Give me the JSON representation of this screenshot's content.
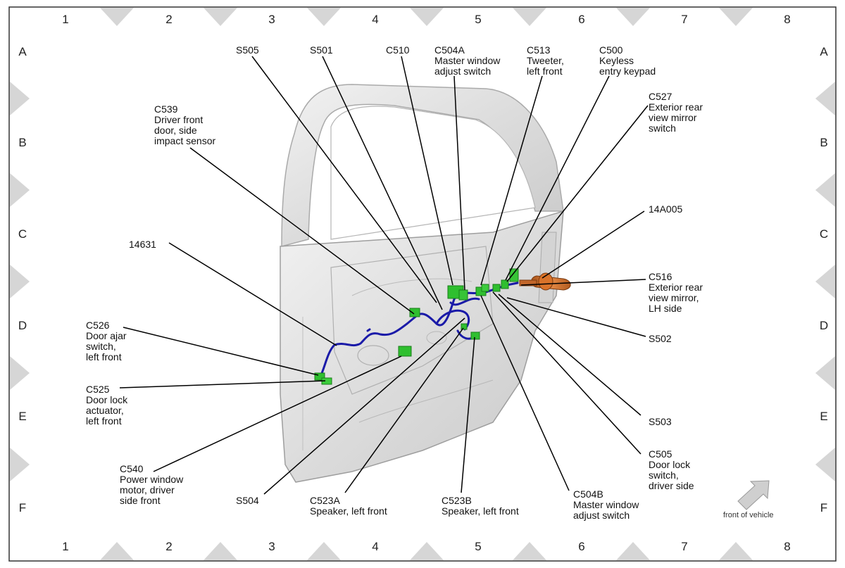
{
  "grid": {
    "columns": [
      "1",
      "2",
      "3",
      "4",
      "5",
      "6",
      "7",
      "8"
    ],
    "rows": [
      "A",
      "B",
      "C",
      "D",
      "E",
      "F"
    ]
  },
  "callouts": [
    {
      "id": "s505",
      "lines": [
        "S505"
      ]
    },
    {
      "id": "s501",
      "lines": [
        "S501"
      ]
    },
    {
      "id": "c510",
      "lines": [
        "C510"
      ]
    },
    {
      "id": "c504a",
      "lines": [
        "C504A",
        "Master window",
        "adjust switch"
      ]
    },
    {
      "id": "c513",
      "lines": [
        "C513",
        "Tweeter,",
        "left front"
      ]
    },
    {
      "id": "c500",
      "lines": [
        "C500",
        "Keyless",
        "entry keypad"
      ]
    },
    {
      "id": "c539",
      "lines": [
        "C539",
        "Driver front",
        "door, side",
        "impact sensor"
      ]
    },
    {
      "id": "c527",
      "lines": [
        "C527",
        "Exterior rear",
        "view mirror",
        "switch"
      ]
    },
    {
      "id": "14a005",
      "lines": [
        "14A005"
      ]
    },
    {
      "id": "14631",
      "lines": [
        "14631"
      ]
    },
    {
      "id": "c516",
      "lines": [
        "C516",
        "Exterior rear",
        "view mirror,",
        "LH side"
      ]
    },
    {
      "id": "c526",
      "lines": [
        "C526",
        "Door ajar",
        "switch,",
        "left front"
      ]
    },
    {
      "id": "s502",
      "lines": [
        "S502"
      ]
    },
    {
      "id": "c525",
      "lines": [
        "C525",
        "Door lock",
        "actuator,",
        "left front"
      ]
    },
    {
      "id": "s503",
      "lines": [
        "S503"
      ]
    },
    {
      "id": "c505",
      "lines": [
        "C505",
        "Door lock",
        "switch,",
        "driver side"
      ]
    },
    {
      "id": "c540",
      "lines": [
        "C540",
        "Power window",
        "motor, driver",
        "side front"
      ]
    },
    {
      "id": "s504",
      "lines": [
        "S504"
      ]
    },
    {
      "id": "c523a",
      "lines": [
        "C523A",
        "Speaker, left front"
      ]
    },
    {
      "id": "c523b",
      "lines": [
        "C523B",
        "Speaker, left front"
      ]
    },
    {
      "id": "c504b",
      "lines": [
        "C504B",
        "Master window",
        "adjust switch"
      ]
    }
  ],
  "orientation": {
    "label": "front of vehicle"
  },
  "colors": {
    "harness": "#1a1aa8",
    "connector": "#2fbf2f",
    "mirror_plug": "#d9732a",
    "door": "#e4e4e4"
  }
}
